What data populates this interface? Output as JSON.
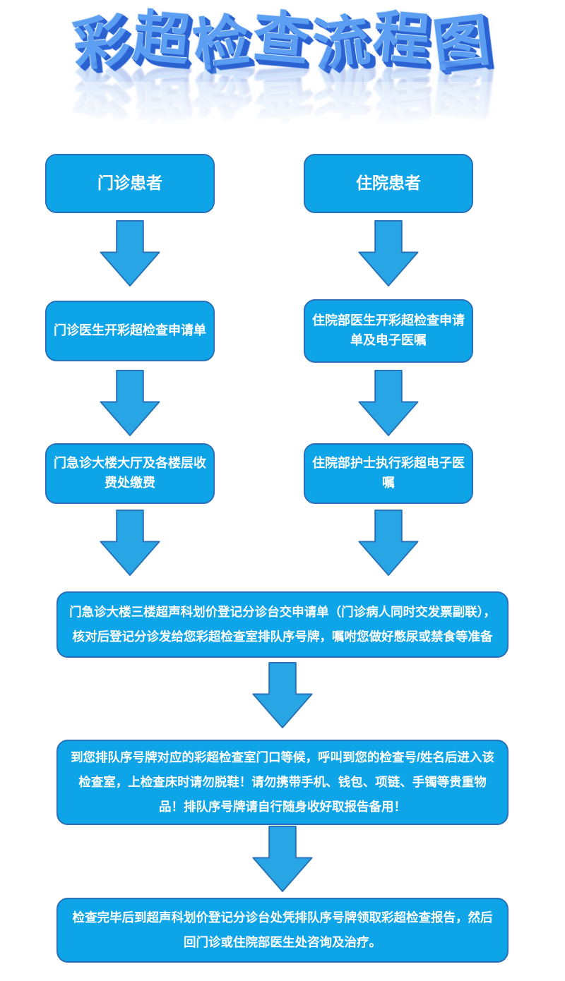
{
  "title": {
    "text": "彩超检查流程图"
  },
  "flow": {
    "left": [
      {
        "label": "门诊患者"
      },
      {
        "label": "门诊医生开彩超检查申请单"
      },
      {
        "label": "门急诊大楼大厅及各楼层收费处缴费"
      }
    ],
    "right": [
      {
        "label": "住院患者"
      },
      {
        "label": "住院部医生开彩超检查申请单及电子医嘱"
      },
      {
        "label": "住院部护士执行彩超电子医嘱"
      }
    ],
    "merged": [
      {
        "label": "门急诊大楼三楼超声科划价登记分诊台交申请单（门诊病人同时交发票副联），核对后登记分诊发给您彩超检查室排队序号牌，嘱咐您做好憋尿或禁食等准备"
      },
      {
        "label": "到您排队序号牌对应的彩超检查室门口等候，呼叫到您的检查号/姓名后进入该检查室，上检查床时请勿脱鞋！请勿携带手机、钱包、项链、手镯等贵重物品！排队序号牌请自行随身收好取报告备用！"
      },
      {
        "label": "检查完毕后到超声科划价登记分诊台处凭排队序号牌领取彩超检查报告，然后回门诊或住院部医生处咨询及治疗。"
      }
    ]
  },
  "icons": {
    "down_arrow": "block-arrow-down"
  },
  "colors": {
    "box_fill": "#0ea4e8",
    "box_border": "#2a6fb8",
    "arrow_fill": "#27a5e4",
    "arrow_border": "#2a72b8",
    "title_face": "#5b9ef2",
    "title_extrusion": "#2a62d2",
    "box_text": "#ffffff",
    "background": "#ffffff"
  }
}
